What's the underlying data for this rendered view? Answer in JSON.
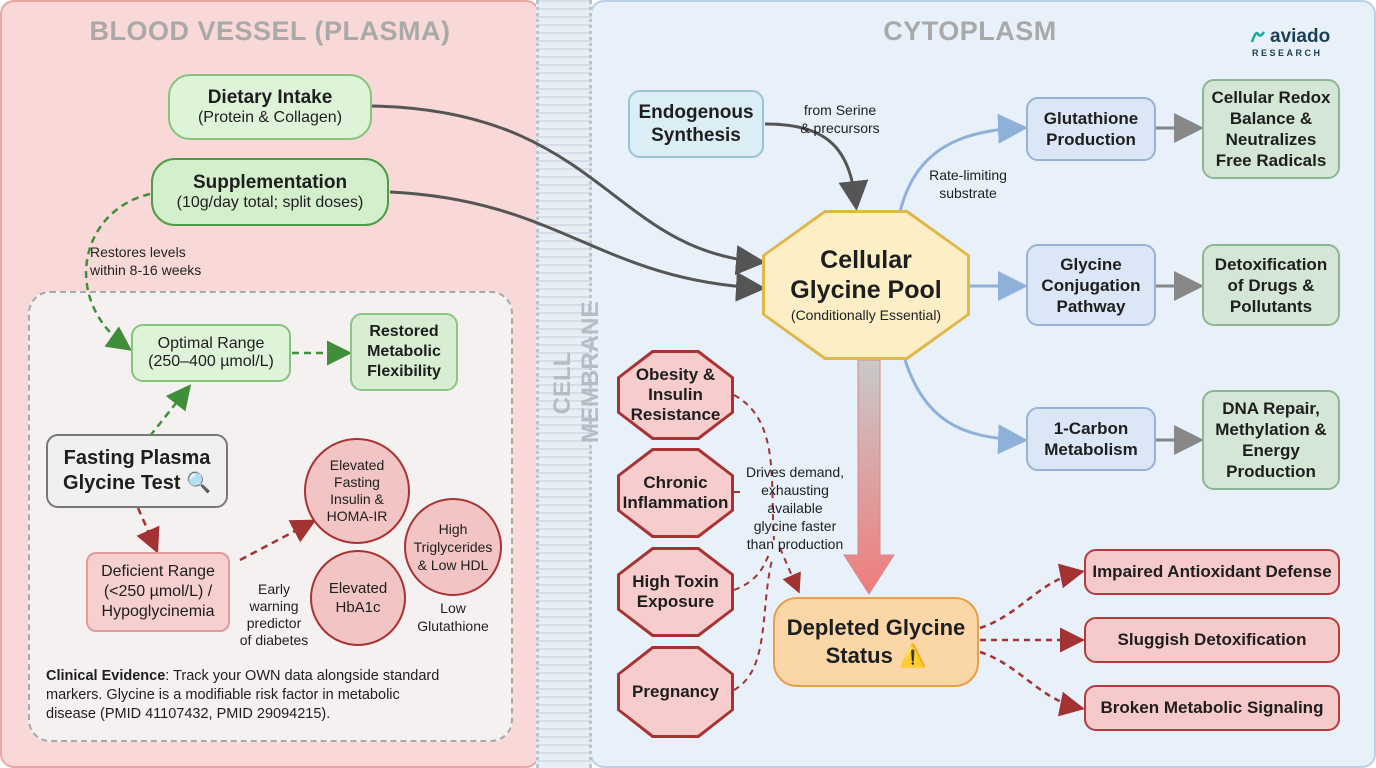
{
  "zones": {
    "left_title": "BLOOD VESSEL (PLASMA)",
    "right_title": "CYTOPLASM",
    "membrane_label": "CELL MEMBRANE"
  },
  "logo": {
    "brand": "aviado",
    "sub": "RESEARCH"
  },
  "plasma": {
    "dietary_title": "Dietary Intake",
    "dietary_sub": "(Protein & Collagen)",
    "supplement_title": "Supplementation",
    "supplement_sub": "(10g/day total; split doses)",
    "restores_note_1": "Restores levels",
    "restores_note_2": "within 8-16 weeks",
    "optimal_1": "Optimal Range",
    "optimal_2": "(250–400 µmol/L)",
    "restored_1": "Restored",
    "restored_2": "Metabolic",
    "restored_3": "Flexibility",
    "test_1": "Fasting Plasma",
    "test_2": "Glycine Test 🔍",
    "deficient_1": "Deficient Range",
    "deficient_2": "(<250 µmol/L) /",
    "deficient_3": "Hypoglycinemia",
    "early_1": "Early",
    "early_2": "warning",
    "early_3": "predictor",
    "early_4": "of diabetes",
    "insulin_1": "Elevated",
    "insulin_2": "Fasting",
    "insulin_3": "Insulin &",
    "insulin_4": "HOMA-IR",
    "trig_1": "High",
    "trig_2": "Triglycerides",
    "trig_3": "& Low HDL",
    "hba_1": "Elevated",
    "hba_2": "HbA1c",
    "low_glut_1": "Low",
    "low_glut_2": "Glutathione",
    "evidence_label": "Clinical Evidence",
    "evidence_text_1": ": Track your OWN data alongside standard",
    "evidence_text_2": "markers. Glycine is a modifiable risk factor in metabolic",
    "evidence_text_3": "disease (PMID 41107432, PMID 29094215)."
  },
  "cytoplasm": {
    "endo_1": "Endogenous",
    "endo_2": "Synthesis",
    "serine_1": "from Serine",
    "serine_2": "& precursors",
    "pool_1": "Cellular",
    "pool_2": "Glycine Pool",
    "pool_3": "(Conditionally Essential)",
    "rate_1": "Rate-limiting",
    "rate_2": "substrate",
    "glut_prod_1": "Glutathione",
    "glut_prod_2": "Production",
    "redox_1": "Cellular Redox",
    "redox_2": "Balance &",
    "redox_3": "Neutralizes",
    "redox_4": "Free Radicals",
    "conj_1": "Glycine",
    "conj_2": "Conjugation",
    "conj_3": "Pathway",
    "detox_1": "Detoxification",
    "detox_2": "of Drugs &",
    "detox_3": "Pollutants",
    "carbon_1": "1-Carbon",
    "carbon_2": "Metabolism",
    "dna_1": "DNA Repair,",
    "dna_2": "Methylation &",
    "dna_3": "Energy",
    "dna_4": "Production",
    "obesity_1": "Obesity &",
    "obesity_2": "Insulin",
    "obesity_3": "Resistance",
    "inflam_1": "Chronic",
    "inflam_2": "Inflammation",
    "toxin_1": "High Toxin",
    "toxin_2": "Exposure",
    "pregnancy": "Pregnancy",
    "drives_1": "Drives demand,",
    "drives_2": "exhausting",
    "drives_3": "available",
    "drives_4": "glycine faster",
    "drives_5": "than production",
    "depleted_1": "Depleted Glycine",
    "depleted_2": "Status ⚠️",
    "out_1": "Impaired Antioxidant Defense",
    "out_2": "Sluggish Detoxification",
    "out_3": "Broken Metabolic Signaling"
  },
  "colors": {
    "green_accent": "#4f9b47",
    "red_accent": "#a83232",
    "blue_accent": "#98b2d6",
    "pool_fill": "#fcefc6"
  }
}
